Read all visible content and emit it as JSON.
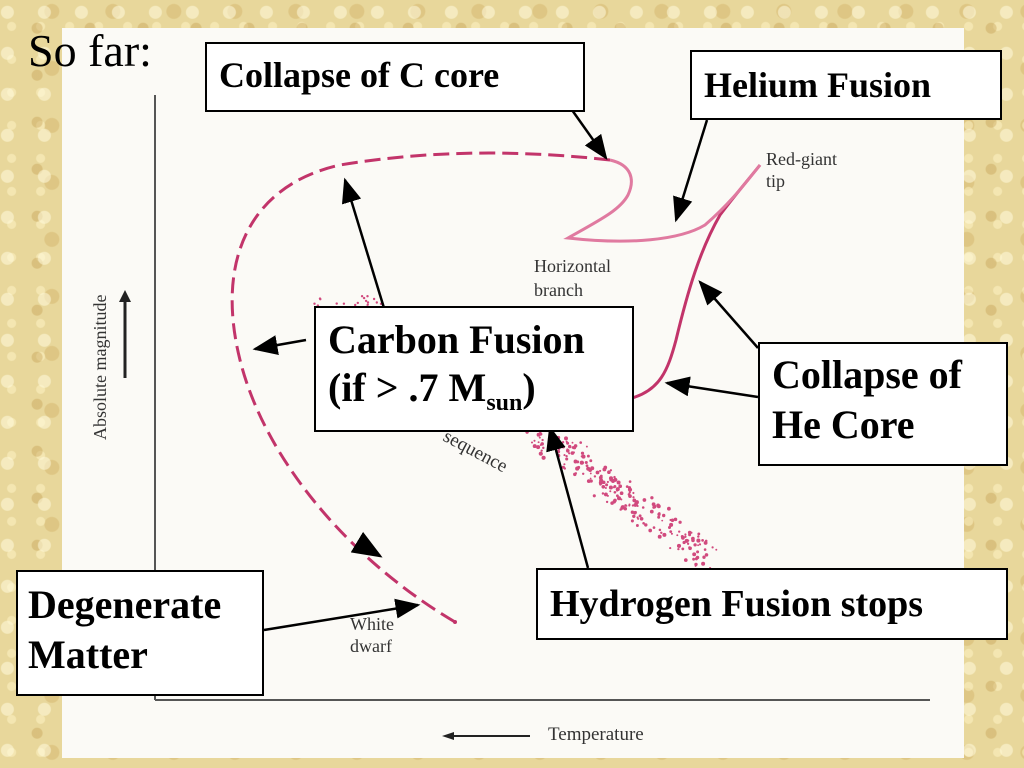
{
  "header": {
    "title": "So far:"
  },
  "callouts": {
    "collapse_c_core": "Collapse of C core",
    "helium_fusion": "Helium Fusion",
    "carbon_fusion_line1": "Carbon Fusion",
    "carbon_fusion_line2_prefix": "(if > .7 M",
    "carbon_fusion_subscript": "sun",
    "carbon_fusion_line2_suffix": ")",
    "collapse_he_core_line1": "Collapse of",
    "collapse_he_core_line2": "He Core",
    "degenerate_line1": "Degenerate",
    "degenerate_line2": "Matter",
    "hydrogen_fusion_stops": "Hydrogen Fusion stops"
  },
  "diagram_labels": {
    "y_axis": "Absolute magnitude",
    "x_axis": "Temperature",
    "red_giant_tip_line1": "Red-giant",
    "red_giant_tip_line2": "tip",
    "horizontal_branch_line1": "Horizontal",
    "horizontal_branch_line2": "branch",
    "main_sequence": "sequence",
    "white_dwarf_line1": "White",
    "white_dwarf_line2": "dwarf"
  },
  "colors": {
    "track": "#c2346a",
    "track_light": "#e07aa0",
    "background": "#e8d79b"
  }
}
